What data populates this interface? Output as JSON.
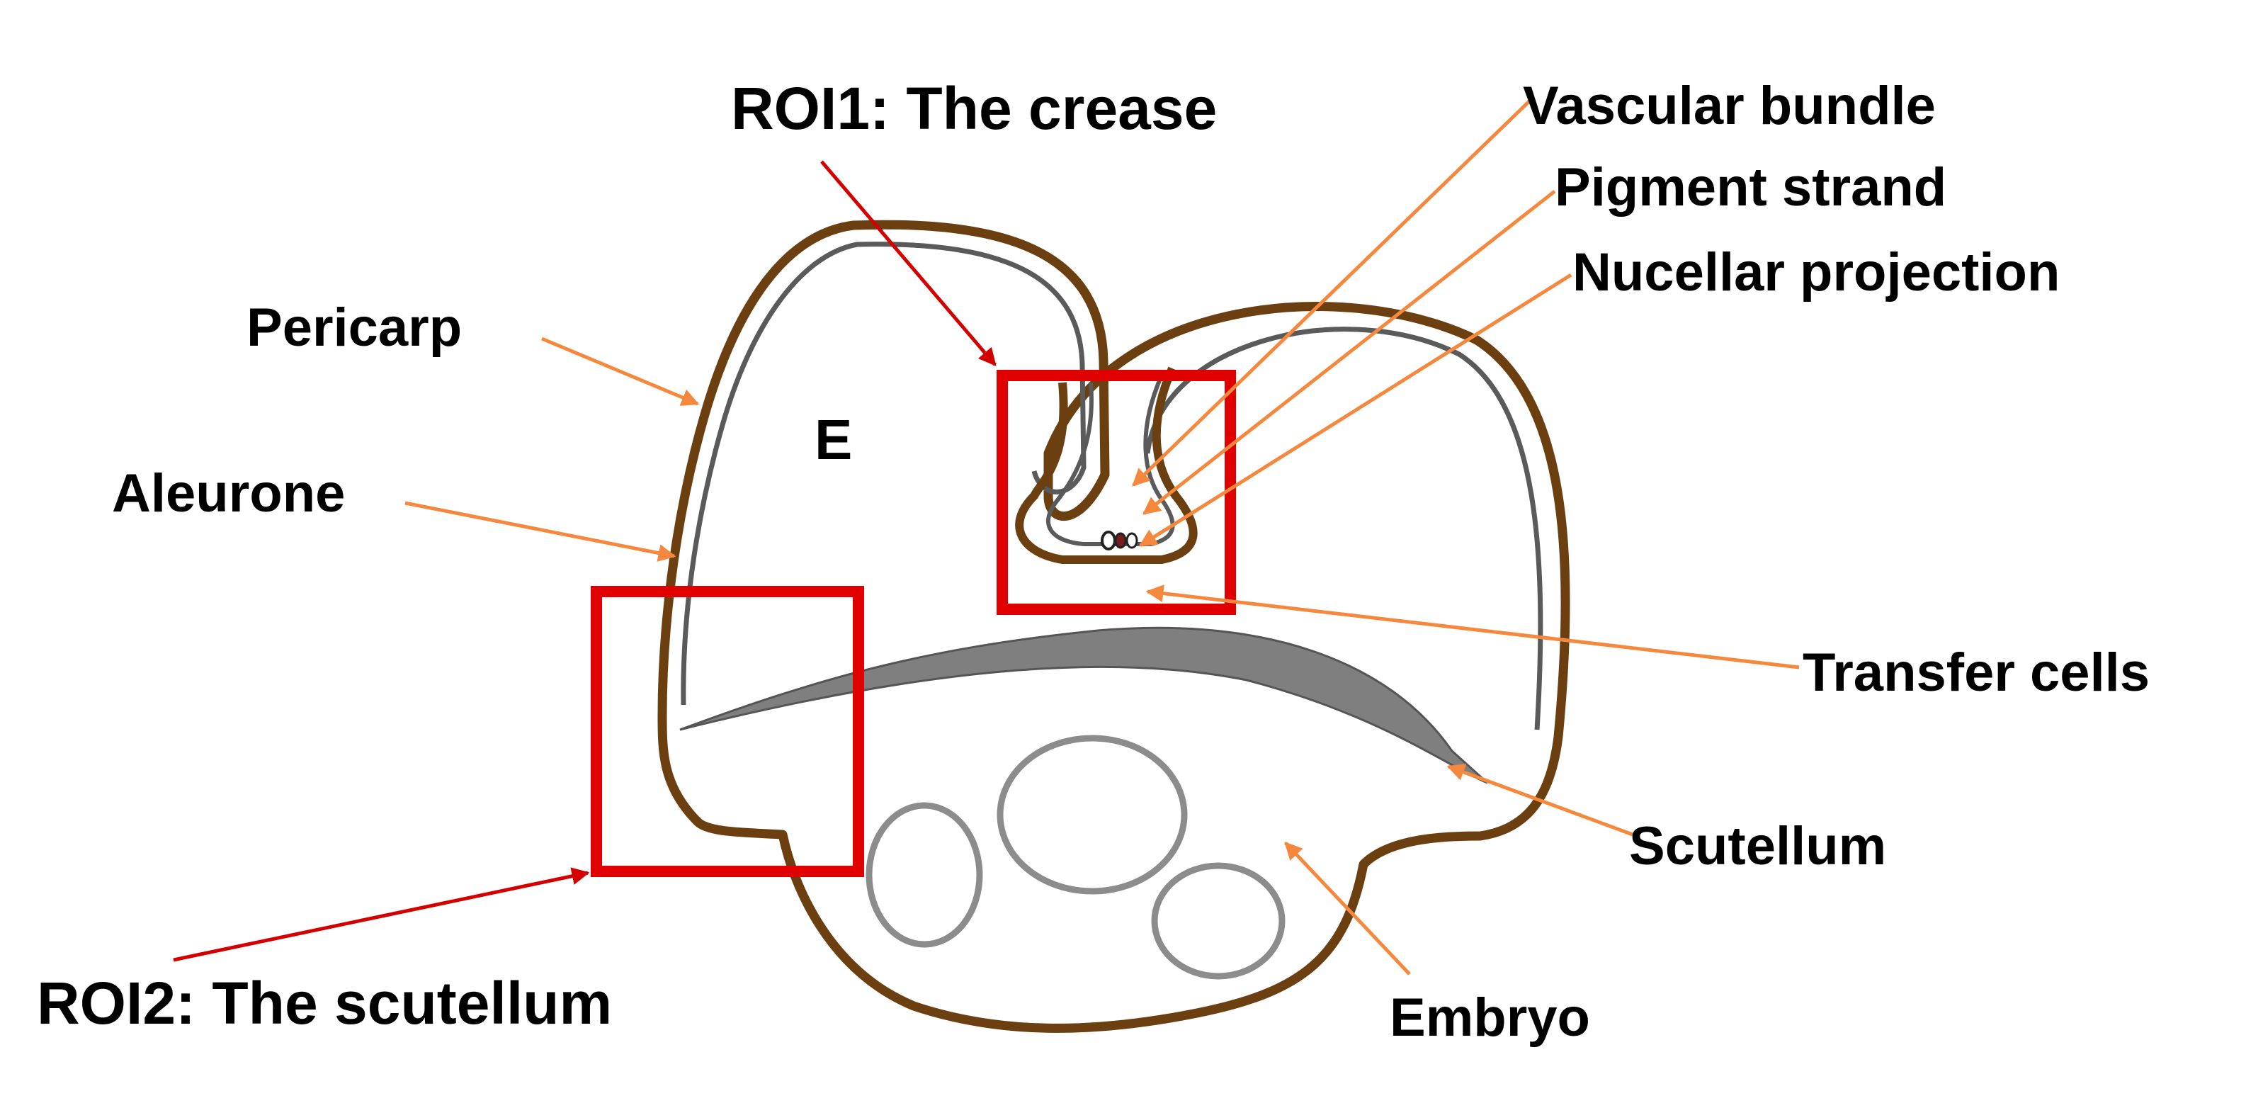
{
  "labels": {
    "roi1": "ROI1: The crease",
    "roi2": "ROI2: The scutellum",
    "endosperm": "E",
    "pericarp": "Pericarp",
    "aleurone": "Aleurone",
    "vascular_bundle": "Vascular bundle",
    "pigment_strand": "Pigment strand",
    "nucellar_projection": "Nucellar projection",
    "transfer_cells": "Transfer cells",
    "scutellum": "Scutellum",
    "embryo": "Embryo"
  },
  "colors": {
    "pericarp": "#6b3f10",
    "aleurone": "#5a5a5a",
    "scutellum_fill": "#7f7f7f",
    "embryo_cells": "#8c8c8c",
    "roi_box": "#e00000",
    "roi_arrow": "#d40000",
    "label_arrow": "#f5883c",
    "pigment": "#7a1a1a"
  }
}
